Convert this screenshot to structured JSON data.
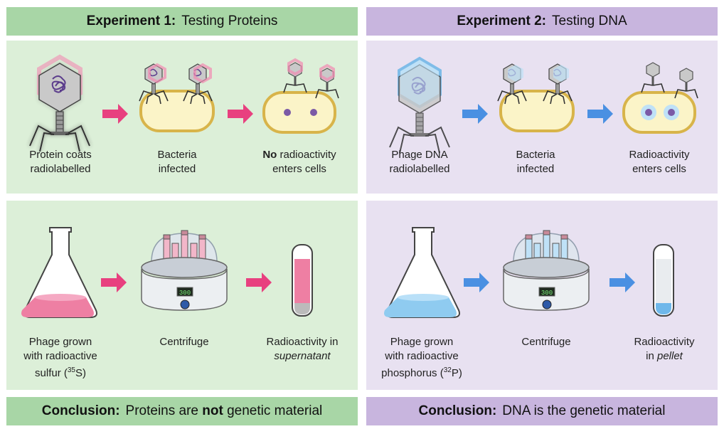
{
  "exp1": {
    "title_bold": "Experiment 1:",
    "title_rest": "Testing Proteins",
    "top_captions": [
      {
        "l1": "Protein coats",
        "l2": "radiolabelled"
      },
      {
        "l1": "Bacteria",
        "l2": "infected"
      },
      {
        "l1_bold": "No",
        "l1": " radioactivity",
        "l2": "enters cells"
      }
    ],
    "bottom_captions": [
      {
        "l1": "Phage grown",
        "l2": "with radioactive",
        "l3_pre": "sulfur (",
        "l3_sup": "35",
        "l3_post": "S)"
      },
      {
        "l1": "Centrifuge"
      },
      {
        "l1": "Radioactivity in",
        "l2_italic": "supernatant"
      }
    ],
    "conclusion_bold": "Conclusion:",
    "conclusion_pre": "Proteins are ",
    "conclusion_b2": "not",
    "conclusion_post": " genetic material"
  },
  "exp2": {
    "title_bold": "Experiment 2:",
    "title_rest": "Testing DNA",
    "top_captions": [
      {
        "l1": "Phage DNA",
        "l2": "radiolabelled"
      },
      {
        "l1": "Bacteria",
        "l2": "infected"
      },
      {
        "l1": "Radioactivity",
        "l2": "enters cells"
      }
    ],
    "bottom_captions": [
      {
        "l1": "Phage grown",
        "l2": "with radioactive",
        "l3_pre": "phosphorus (",
        "l3_sup": "32",
        "l3_post": "P)"
      },
      {
        "l1": "Centrifuge"
      },
      {
        "l1": "Radioactivity",
        "l2_pre": "in ",
        "l2_italic": "pellet"
      }
    ],
    "conclusion_bold": "Conclusion:",
    "conclusion_text": "DNA is the genetic material"
  },
  "display_value": "300",
  "colors": {
    "pink": "#e8407f",
    "blue": "#4a90e2",
    "green_head": "#a8d6a6",
    "purple_head": "#c8b5de"
  }
}
